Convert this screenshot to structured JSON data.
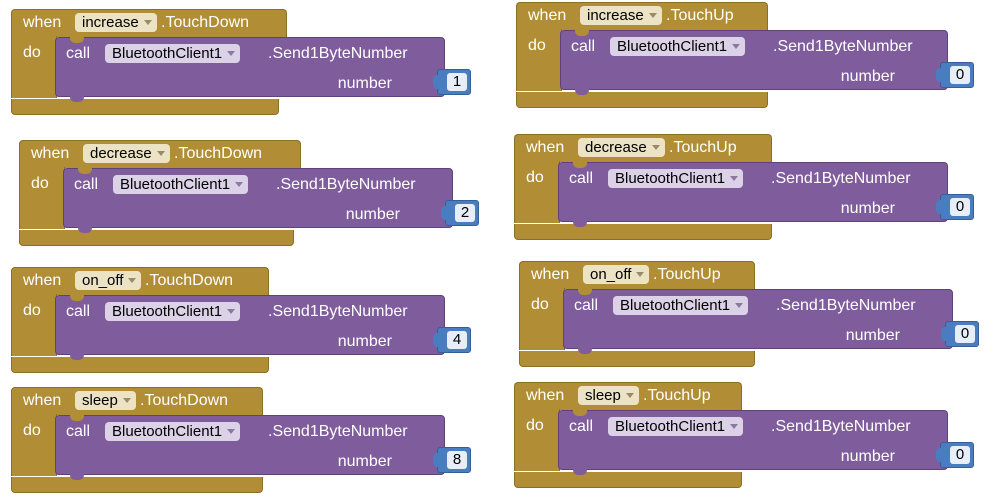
{
  "blocks": [
    {
      "component": "increase",
      "event": ".TouchDown",
      "when": "when",
      "do": "do",
      "call": "call",
      "client": "BluetoothClient1",
      "method": ".Send1ByteNumber",
      "param": "number",
      "value": "1"
    },
    {
      "component": "increase",
      "event": ".TouchUp",
      "when": "when",
      "do": "do",
      "call": "call",
      "client": "BluetoothClient1",
      "method": ".Send1ByteNumber",
      "param": "number",
      "value": "0"
    },
    {
      "component": "decrease",
      "event": ".TouchDown",
      "when": "when",
      "do": "do",
      "call": "call",
      "client": "BluetoothClient1",
      "method": ".Send1ByteNumber",
      "param": "number",
      "value": "2"
    },
    {
      "component": "decrease",
      "event": ".TouchUp",
      "when": "when",
      "do": "do",
      "call": "call",
      "client": "BluetoothClient1",
      "method": ".Send1ByteNumber",
      "param": "number",
      "value": "0"
    },
    {
      "component": "on_off",
      "event": ".TouchDown",
      "when": "when",
      "do": "do",
      "call": "call",
      "client": "BluetoothClient1",
      "method": ".Send1ByteNumber",
      "param": "number",
      "value": "4"
    },
    {
      "component": "on_off",
      "event": ".TouchUp",
      "when": "when",
      "do": "do",
      "call": "call",
      "client": "BluetoothClient1",
      "method": ".Send1ByteNumber",
      "param": "number",
      "value": "0"
    },
    {
      "component": "sleep",
      "event": ".TouchDown",
      "when": "when",
      "do": "do",
      "call": "call",
      "client": "BluetoothClient1",
      "method": ".Send1ByteNumber",
      "param": "number",
      "value": "8"
    },
    {
      "component": "sleep",
      "event": ".TouchUp",
      "when": "when",
      "do": "do",
      "call": "call",
      "client": "BluetoothClient1",
      "method": ".Send1ByteNumber",
      "param": "number",
      "value": "0"
    }
  ],
  "colors": {
    "event_block": "#b18e35",
    "call_block": "#7f5c9c",
    "number_block": "#4a7cc0"
  }
}
